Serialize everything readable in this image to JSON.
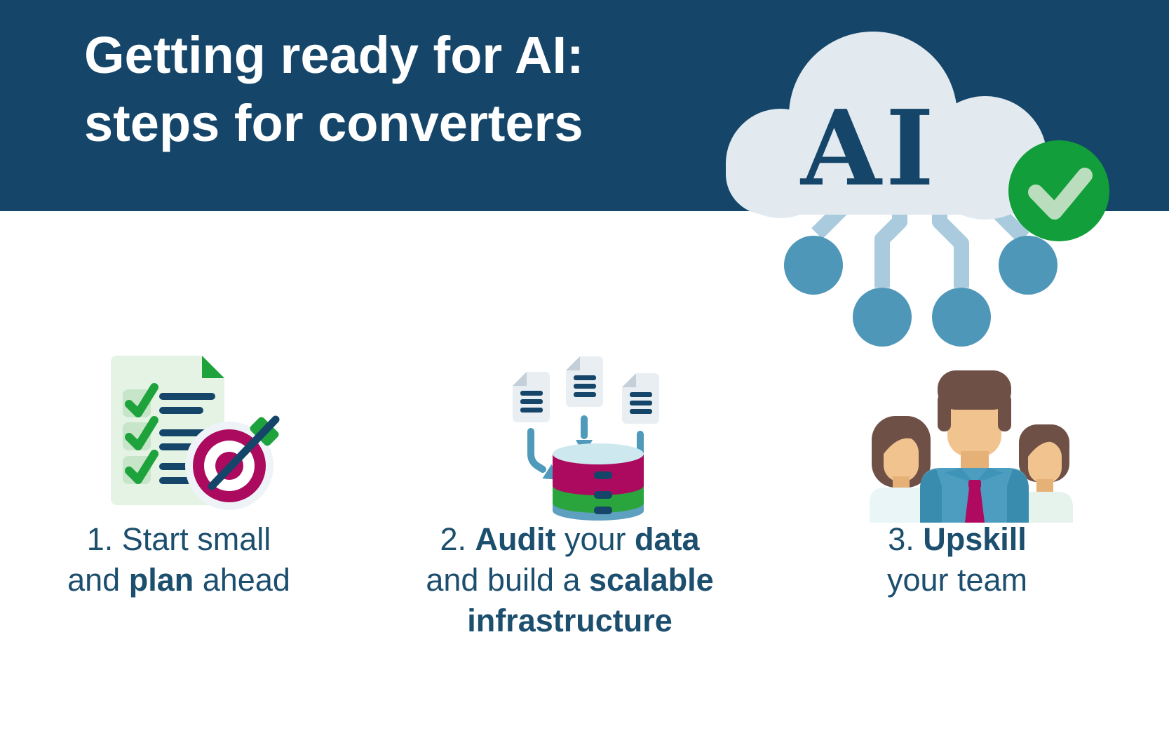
{
  "header": {
    "background": "#15466a",
    "text_color": "#ffffff",
    "title_lines": [
      "Getting ready for AI:",
      "steps for converters"
    ]
  },
  "hero": {
    "ai_label": "AI",
    "icons": [
      "cloud-icon",
      "check-badge-icon",
      "circuit-nodes-icon"
    ],
    "colors": {
      "cloud": "#e2eaf0",
      "ai_text": "#15466a",
      "badge_green": "#129e3a",
      "badge_check": "#b9ddbd",
      "trace_light_blue": "#a9cbdd",
      "node_blue": "#4f97b8"
    }
  },
  "steps": [
    {
      "icon": "checklist-and-target-icon",
      "lines": [
        [
          {
            "t": "1. Start small",
            "b": false
          }
        ],
        [
          {
            "t": "and ",
            "b": false
          },
          {
            "t": "plan",
            "b": true
          },
          {
            "t": " ahead",
            "b": false
          }
        ]
      ]
    },
    {
      "icon": "documents-into-database-icon",
      "lines": [
        [
          {
            "t": "2. ",
            "b": false
          },
          {
            "t": "Audit",
            "b": true
          },
          {
            "t": " your ",
            "b": false
          },
          {
            "t": "data",
            "b": true
          }
        ],
        [
          {
            "t": "and build a ",
            "b": false
          },
          {
            "t": "scalable",
            "b": true
          }
        ],
        [
          {
            "t": "infrastructure",
            "b": true
          }
        ]
      ]
    },
    {
      "icon": "team-people-icon",
      "lines": [
        [
          {
            "t": "3. ",
            "b": false
          },
          {
            "t": "Upskill",
            "b": true
          }
        ],
        [
          {
            "t": "your team",
            "b": false
          }
        ]
      ]
    }
  ],
  "palette": {
    "navy": "#15466a",
    "caption_text": "#1c4e6e",
    "green": "#1ea23c",
    "magenta": "#ab0a5e",
    "medium_blue": "#4f97b8",
    "light_blue": "#a9cbdd",
    "cloud_gray": "#e2eaf0",
    "doc_green": "#e4f3e4",
    "doc_gray": "#e9eef2",
    "db_top": "#cde8ee",
    "db_blue": "#5da0bf",
    "skin": "#f1c38e",
    "hair_brown": "#6f5047",
    "shirt_teal": "#4c9dbf"
  }
}
